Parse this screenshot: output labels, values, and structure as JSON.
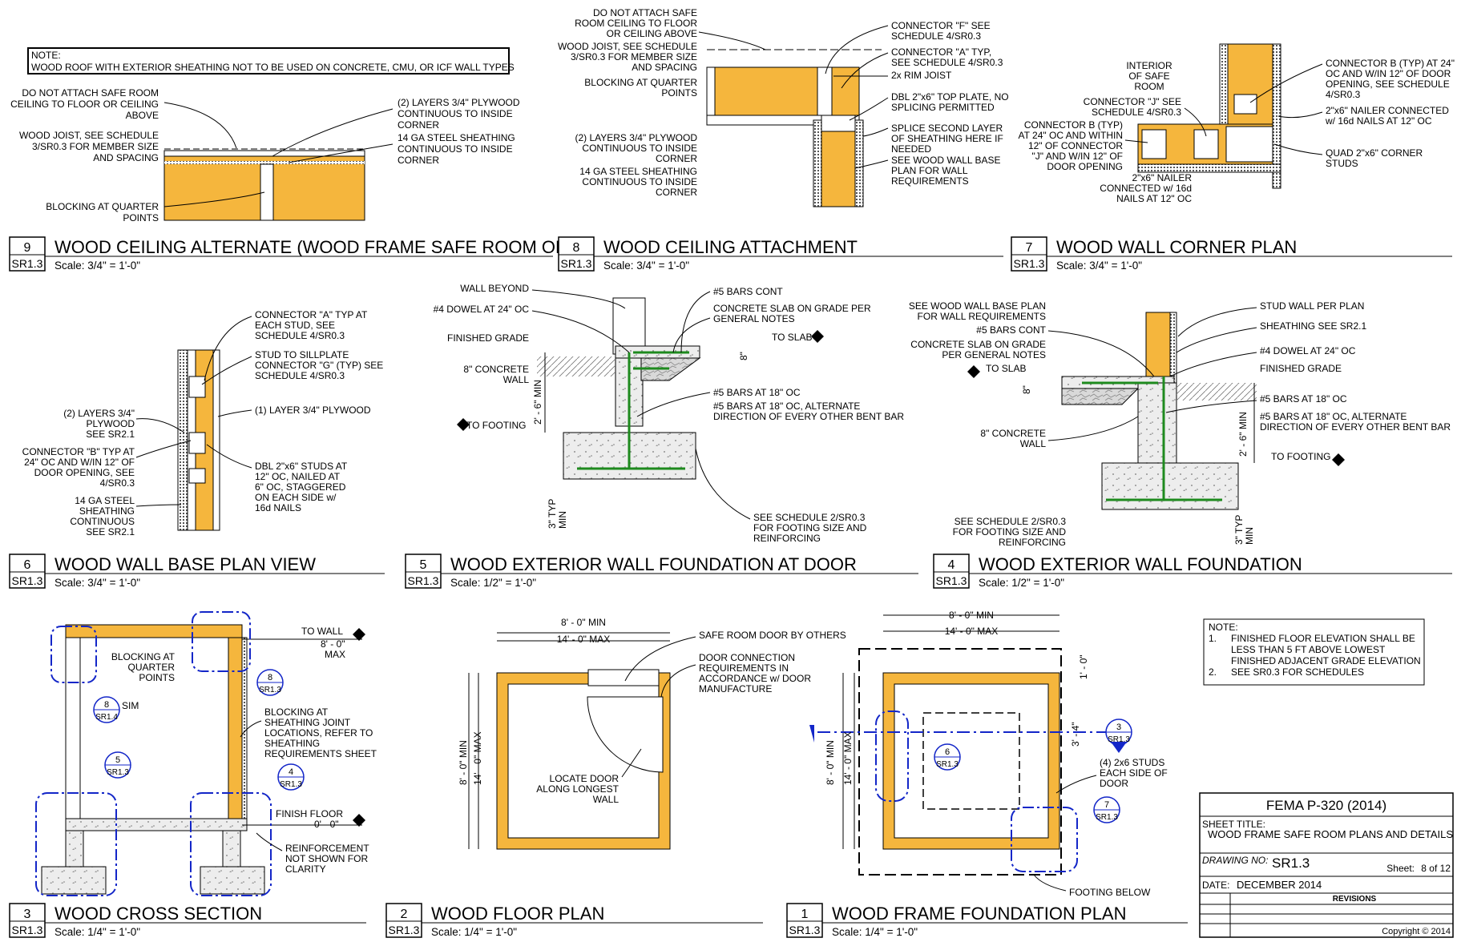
{
  "sheet_title_block": {
    "publication": "FEMA P-320 (2014)",
    "sheet_title_label": "SHEET TITLE:",
    "sheet_title": "WOOD FRAME SAFE ROOM PLANS AND DETAILS",
    "drawing_no_label": "DRAWING NO:",
    "drawing_no": "SR1.3",
    "sheet_label": "Sheet:",
    "sheet_value": "8 of 12",
    "date_label": "DATE:",
    "date": "DECEMBER 2014",
    "revisions": "REVISIONS",
    "copyright": "Copyright © 2014"
  },
  "note_box_9": {
    "header": "NOTE:",
    "body": "WOOD ROOF WITH EXTERIOR SHEATHING NOT TO BE USED ON CONCRETE, CMU, OR ICF WALL TYPES"
  },
  "note_box_general": {
    "header": "NOTE:",
    "item1_num": "1.",
    "item1_l1": "FINISHED FLOOR ELEVATION SHALL BE",
    "item1_l2": "LESS THAN 5 FT ABOVE LOWEST",
    "item1_l3": "FINISHED ADJACENT GRADE ELEVATION",
    "item2_num": "2.",
    "item2": "SEE SR0.3 FOR SCHEDULES"
  },
  "details": [
    {
      "num": "9",
      "sheet": "SR1.3",
      "title": "WOOD CEILING ALTERNATE (WOOD FRAME SAFE ROOM ONLY)",
      "scale": "Scale: 3/4\" = 1'-0\""
    },
    {
      "num": "8",
      "sheet": "SR1.3",
      "title": "WOOD CEILING ATTACHMENT",
      "scale": "Scale: 3/4\" = 1'-0\""
    },
    {
      "num": "7",
      "sheet": "SR1.3",
      "title": "WOOD WALL CORNER PLAN",
      "scale": "Scale: 3/4\" = 1'-0\""
    },
    {
      "num": "6",
      "sheet": "SR1.3",
      "title": "WOOD WALL BASE PLAN VIEW",
      "scale": "Scale: 3/4\" = 1'-0\""
    },
    {
      "num": "5",
      "sheet": "SR1.3",
      "title": "WOOD EXTERIOR WALL FOUNDATION AT DOOR",
      "scale": "Scale: 1/2\" = 1'-0\""
    },
    {
      "num": "4",
      "sheet": "SR1.3",
      "title": "WOOD EXTERIOR WALL FOUNDATION",
      "scale": "Scale: 1/2\" = 1'-0\""
    },
    {
      "num": "3",
      "sheet": "SR1.3",
      "title": "WOOD CROSS SECTION",
      "scale": "Scale: 1/4\" = 1'-0\""
    },
    {
      "num": "2",
      "sheet": "SR1.3",
      "title": "WOOD FLOOR PLAN",
      "scale": "Scale: 1/4\" = 1'-0\""
    },
    {
      "num": "1",
      "sheet": "SR1.3",
      "title": "WOOD FRAME FOUNDATION PLAN",
      "scale": "Scale: 1/4\" = 1'-0\""
    }
  ],
  "labels": {
    "d9": [
      "DO NOT ATTACH SAFE ROOM",
      "CEILING TO FLOOR OR CEILING",
      "ABOVE",
      "WOOD JOIST, SEE SCHEDULE",
      "3/SR0.3 FOR MEMBER SIZE",
      "AND SPACING",
      "BLOCKING AT QUARTER",
      "POINTS",
      "(2) LAYERS 3/4\" PLYWOOD",
      "CONTINUOUS TO INSIDE",
      "CORNER",
      "14 GA STEEL SHEATHING",
      "CONTINUOUS TO INSIDE",
      "CORNER"
    ],
    "d8": [
      "DO NOT ATTACH SAFE",
      "ROOM CEILING TO FLOOR",
      "OR CEILING ABOVE",
      "WOOD JOIST, SEE SCHEDULE",
      "3/SR0.3 FOR MEMBER SIZE",
      "AND SPACING",
      "BLOCKING AT QUARTER",
      "POINTS",
      "(2) LAYERS 3/4\" PLYWOOD",
      "CONTINUOUS TO INSIDE",
      "CORNER",
      "14 GA STEEL SHEATHING",
      "CONTINUOUS TO INSIDE",
      "CORNER",
      "CONNECTOR \"F\" SEE",
      "SCHEDULE 4/SR0.3",
      "CONNECTOR \"A\" TYP,",
      "SEE SCHEDULE 4/SR0.3",
      "2x RIM JOIST",
      "DBL 2\"x6\" TOP PLATE, NO",
      "SPLICING PERMITTED",
      "SPLICE SECOND LAYER",
      "OF SHEATHING HERE IF",
      "NEEDED",
      "SEE WOOD WALL BASE",
      "PLAN FOR WALL",
      "REQUIREMENTS"
    ],
    "d7": [
      "INTERIOR",
      "OF SAFE",
      "ROOM",
      "CONNECTOR \"J\" SEE",
      "SCHEDULE 4/SR0.3",
      "CONNECTOR B (TYP)",
      "AT 24\" OC AND WITHIN",
      "12\" OF CONNECTOR",
      "\"J\" AND W/IN 12\" OF",
      "DOOR OPENING",
      "2\"x6\" NAILER",
      "CONNECTED w/ 16d",
      "NAILS AT 12\" OC",
      "CONNECTOR B (TYP) AT 24\"",
      "OC AND W/IN 12\" OF DOOR",
      "OPENING, SEE SCHEDULE",
      "4/SR0.3",
      "2\"x6\" NAILER CONNECTED",
      "w/ 16d NAILS AT 12\" OC",
      "QUAD 2\"x6\" CORNER",
      "STUDS"
    ],
    "d6": [
      "CONNECTOR \"A\" TYP AT",
      "EACH STUD, SEE",
      "SCHEDULE 4/SR0.3",
      "STUD TO SILLPLATE",
      "CONNECTOR \"G\" (TYP) SEE",
      "SCHEDULE 4/SR0.3",
      "(2) LAYERS 3/4\"",
      "PLYWOOD",
      "SEE SR2.1",
      "(1) LAYER 3/4\" PLYWOOD",
      "CONNECTOR \"B\" TYP AT",
      "24\" OC AND W/IN 12\" OF",
      "DOOR OPENING, SEE",
      "4/SR0.3",
      "DBL 2\"x6\" STUDS AT",
      "12\" OC, NAILED AT",
      "6\" OC, STAGGERED",
      "ON EACH SIDE w/",
      "16d NAILS",
      "14 GA STEEL",
      "SHEATHING",
      "CONTINUOUS",
      "SEE SR2.1"
    ],
    "d5": [
      "WALL BEYOND",
      "#4 DOWEL AT 24\" OC",
      "FINISHED GRADE",
      "8\" CONCRETE",
      "WALL",
      "TO FOOTING",
      "#5 BARS CONT",
      "CONCRETE SLAB ON GRADE PER",
      "GENERAL NOTES",
      "TO SLAB",
      "8\"",
      "2' - 6\" MIN",
      "#5 BARS AT 18\" OC",
      "#5 BARS AT 18\" OC, ALTERNATE",
      "DIRECTION OF EVERY OTHER BENT BAR",
      "3\" TYP",
      "MIN",
      "SEE SCHEDULE 2/SR0.3",
      "FOR FOOTING SIZE AND",
      "REINFORCING"
    ],
    "d4": [
      "SEE WOOD WALL BASE PLAN",
      "FOR WALL REQUIREMENTS",
      "#5 BARS CONT",
      "CONCRETE SLAB ON GRADE",
      "PER GENERAL NOTES",
      "TO SLAB",
      "8\"",
      "8\" CONCRETE",
      "WALL",
      "SEE SCHEDULE 2/SR0.3",
      "FOR FOOTING SIZE AND",
      "REINFORCING",
      "STUD WALL PER PLAN",
      "SHEATHING SEE SR2.1",
      "#4 DOWEL AT 24\" OC",
      "FINISHED GRADE",
      "#5 BARS AT 18\" OC",
      "#5 BARS AT 18\" OC, ALTERNATE",
      "DIRECTION OF EVERY OTHER BENT BAR",
      "2' - 6\" MIN",
      "TO FOOTING",
      "3\" TYP",
      "MIN"
    ],
    "d3": [
      "TO WALL",
      "8' - 0\"",
      "MAX",
      "BLOCKING AT",
      "QUARTER",
      "POINTS",
      "SIM",
      "BLOCKING AT",
      "SHEATHING JOINT",
      "LOCATIONS, REFER TO",
      "SHEATHING",
      "REQUIREMENTS SHEET",
      "FINISH FLOOR",
      "0' - 0\"",
      "REINFORCEMENT",
      "NOT SHOWN FOR",
      "CLARITY"
    ],
    "d2": [
      "8' - 0\" MIN",
      "14' - 0\" MAX",
      "SAFE ROOM DOOR BY OTHERS",
      "DOOR CONNECTION",
      "REQUIREMENTS IN",
      "ACCORDANCE w/ DOOR",
      "MANUFACTURE",
      "LOCATE DOOR",
      "ALONG LONGEST",
      "WALL",
      "8' - 0\" MIN",
      "14' - 0\" MAX"
    ],
    "d1": [
      "8' - 0\" MIN",
      "14' - 0\" MAX",
      "8' - 0\" MIN",
      "14' - 0\" MAX",
      "1' - 0\"",
      "3' - 4\"",
      "(4) 2x6 STUDS",
      "EACH SIDE OF",
      "DOOR",
      "FOOTING BELOW"
    ]
  },
  "callout_bubbles": [
    {
      "num": "8",
      "sheet": "SR1.3"
    },
    {
      "num": "8",
      "sheet": "SR1.4"
    },
    {
      "num": "5",
      "sheet": "SR1.3"
    },
    {
      "num": "4",
      "sheet": "SR1.3"
    },
    {
      "num": "6",
      "sheet": "SR1.3"
    },
    {
      "num": "3",
      "sheet": "SR1.3"
    },
    {
      "num": "7",
      "sheet": "SR1.3"
    }
  ],
  "colors": {
    "wood": "#F5B63D",
    "rebar": "#1E8A1E",
    "callout": "#1326C8",
    "concrete": "#E6E6E6"
  }
}
